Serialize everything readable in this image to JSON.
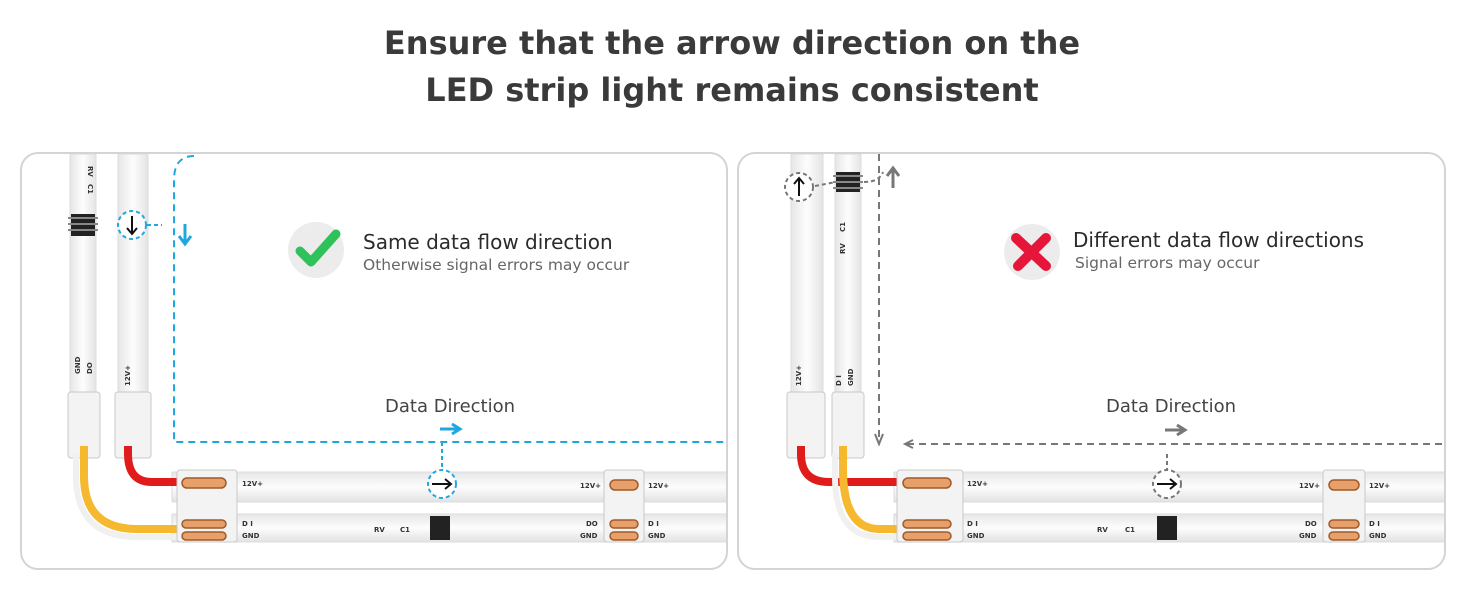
{
  "heading": {
    "line1": "Ensure that the arrow direction on the",
    "line2": "LED strip light remains consistent"
  },
  "panels": {
    "correct": {
      "status_title": "Same data flow direction",
      "status_subtitle": "Otherwise signal errors may occur",
      "direction_label": "Data Direction",
      "badge_icon": "check-mark-icon",
      "accent_color": "#1fa7e0",
      "badge_color": "#2fc25b"
    },
    "incorrect": {
      "status_title": "Different data flow directions",
      "status_subtitle": "Signal errors may occur",
      "direction_label": "Data Direction",
      "badge_icon": "cross-mark-icon",
      "accent_color": "#777777",
      "badge_color": "#e5163a"
    }
  },
  "strip_labels": {
    "v12": "12V+",
    "di": "D I",
    "do": "DO",
    "gnd": "GND",
    "rv": "RV",
    "c1": "C1"
  },
  "wire_colors": {
    "red": "#e01b1b",
    "yellow": "#f5b82e"
  }
}
